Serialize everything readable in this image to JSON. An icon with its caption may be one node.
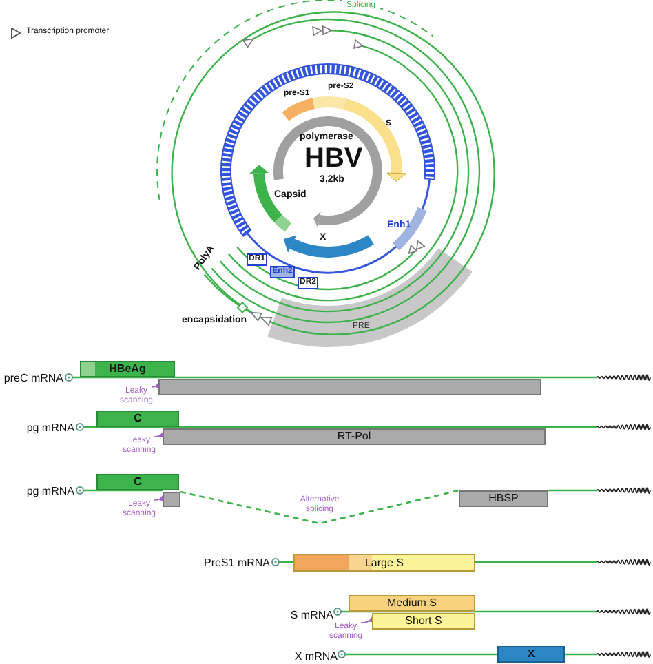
{
  "diagram": {
    "nodes": [
      {
        "text": [
          "DR1"
        ]
      },
      {
        "text": [
          "Enh2"
        ]
      },
      {
        "text": [
          "DR2"
        ]
      },
      {
        "text": [
          "HBeAg"
        ]
      },
      {
        "text": [],
        "shape": "bar"
      },
      {
        "text": [
          "Leaky scanning"
        ]
      },
      {
        "text": [
          "C"
        ]
      },
      {
        "text": [
          "RT-Pol"
        ]
      },
      {
        "text": [
          "Leaky scanning"
        ]
      },
      {
        "text": [
          "C"
        ]
      },
      {
        "text": [],
        "shape": "bar"
      },
      {
        "text": [
          "Leaky scanning"
        ]
      },
      {
        "text": [
          "HBSP"
        ]
      },
      {
        "text": [
          "Large S"
        ]
      },
      {
        "text": [
          "Medium S"
        ]
      },
      {
        "text": [
          "Short S"
        ]
      },
      {
        "text": [
          "Leaky scanning"
        ]
      },
      {
        "text": [
          "X"
        ]
      }
    ],
    "edges": [
      {
        "from": 5,
        "to": 4,
        "arrow": "to",
        "color": "#a65fc7"
      },
      {
        "from": 8,
        "to": 7,
        "arrow": "to",
        "color": "#a65fc7"
      },
      {
        "from": 11,
        "to": 10,
        "arrow": "to",
        "color": "#a65fc7"
      },
      {
        "from": 10,
        "to": 12,
        "arrow": "none",
        "style": "dashed",
        "color": "#3cb34a",
        "label": "Alternative splicing"
      },
      {
        "from": 16,
        "to": 15,
        "arrow": "to",
        "color": "#a65fc7"
      }
    ],
    "labels": [
      "Splicing",
      "pre-S1",
      "pre-S2",
      "S",
      "polymerase",
      "HBV",
      "3,2kb",
      "Capsid",
      "Enh1",
      "X",
      "PolyA",
      "encapsidation",
      "PRE",
      "preC mRNA",
      "pg mRNA",
      "pg mRNA",
      "PreS1 mRNA",
      "S mRNA",
      "X mRNA"
    ],
    "legend": [
      {
        "text": "Transcription promoter"
      }
    ]
  }
}
